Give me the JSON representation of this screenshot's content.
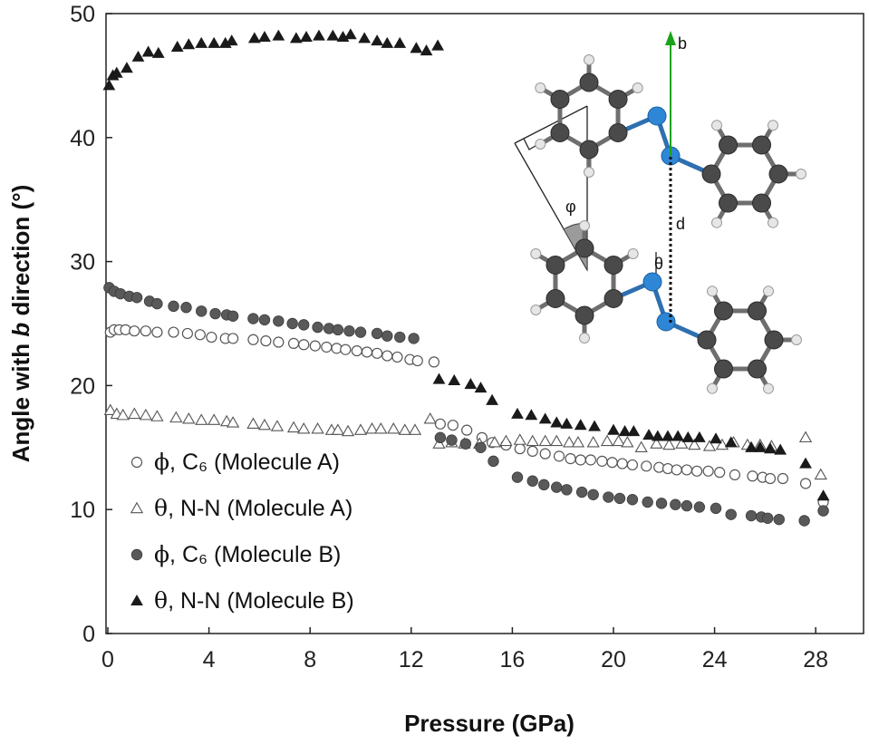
{
  "chart_data": {
    "type": "scatter",
    "xlabel": "Pressure (GPa)",
    "ylabel_parts": [
      "Angle with ",
      "b",
      " direction (°)"
    ],
    "xlim": [
      0,
      30
    ],
    "ylim": [
      0,
      50
    ],
    "x_ticks": [
      "0",
      "4",
      "8",
      "12",
      "16",
      "20",
      "24",
      "28"
    ],
    "x_tick_values": [
      0,
      4,
      8,
      12,
      16,
      20,
      24,
      28
    ],
    "y_ticks": [
      "0",
      "10",
      "20",
      "30",
      "40",
      "50"
    ],
    "y_tick_values": [
      0,
      10,
      20,
      30,
      40,
      50
    ],
    "grid": false,
    "legend_position": "lower-left",
    "series": [
      {
        "id": "phiA",
        "legend_symbol": "ϕ",
        "legend_rest": ", C₆ (Molecule A)",
        "marker": "circle-open",
        "color": "#555555",
        "x": [
          0.1,
          0.25,
          0.45,
          0.7,
          1.05,
          1.5,
          1.95,
          2.6,
          3.15,
          3.65,
          4.1,
          4.65,
          4.95,
          5.75,
          6.25,
          6.75,
          7.35,
          7.75,
          8.2,
          8.65,
          9.05,
          9.4,
          9.85,
          10.25,
          10.65,
          11.05,
          11.45,
          11.95,
          12.25,
          12.9,
          13.15,
          13.65,
          14.2,
          14.8,
          15.2,
          15.75,
          16.3,
          16.8,
          17.3,
          17.85,
          18.3,
          18.7,
          19.1,
          19.55,
          19.95,
          20.35,
          20.75,
          21.3,
          21.8,
          22.15,
          22.5,
          22.9,
          23.3,
          23.75,
          24.2,
          24.8,
          25.5,
          25.9,
          26.2,
          26.7,
          27.6,
          28.3
        ],
        "y": [
          24.3,
          24.5,
          24.5,
          24.5,
          24.4,
          24.4,
          24.3,
          24.3,
          24.2,
          24.1,
          23.9,
          23.8,
          23.8,
          23.7,
          23.6,
          23.5,
          23.4,
          23.3,
          23.2,
          23.1,
          23.0,
          22.9,
          22.8,
          22.7,
          22.6,
          22.4,
          22.3,
          22.1,
          22.0,
          21.9,
          16.9,
          16.8,
          16.4,
          15.8,
          15.4,
          15.2,
          14.9,
          14.7,
          14.5,
          14.3,
          14.1,
          14.0,
          14.0,
          13.9,
          13.8,
          13.7,
          13.6,
          13.5,
          13.4,
          13.3,
          13.2,
          13.2,
          13.1,
          13.1,
          13.0,
          12.8,
          12.7,
          12.6,
          12.5,
          12.5,
          12.1,
          10.6
        ]
      },
      {
        "id": "thetaA",
        "legend_symbol": "θ",
        "legend_rest": ", N-N (Molecule A)",
        "marker": "triangle-open",
        "color": "#555555",
        "x": [
          0.1,
          0.35,
          0.6,
          1.05,
          1.5,
          1.95,
          2.7,
          3.2,
          3.7,
          4.2,
          4.7,
          4.95,
          5.75,
          6.2,
          6.7,
          7.35,
          7.75,
          8.3,
          8.85,
          9.1,
          9.5,
          10.0,
          10.45,
          10.8,
          11.3,
          11.75,
          12.15,
          12.75,
          13.1,
          13.6,
          14.1,
          14.7,
          15.3,
          15.75,
          16.3,
          16.8,
          17.3,
          17.75,
          18.25,
          18.6,
          19.2,
          19.75,
          20.2,
          20.55,
          21.1,
          21.7,
          22.2,
          22.7,
          23.2,
          23.8,
          24.3,
          24.75,
          25.3,
          25.8,
          26.25,
          27.6,
          28.2
        ],
        "y": [
          18.0,
          17.7,
          17.6,
          17.7,
          17.6,
          17.5,
          17.4,
          17.3,
          17.2,
          17.2,
          17.1,
          17.0,
          16.9,
          16.8,
          16.7,
          16.6,
          16.5,
          16.5,
          16.4,
          16.4,
          16.3,
          16.4,
          16.5,
          16.5,
          16.5,
          16.4,
          16.4,
          17.3,
          15.3,
          15.4,
          15.3,
          15.3,
          15.4,
          15.5,
          15.6,
          15.5,
          15.5,
          15.5,
          15.4,
          15.4,
          15.4,
          15.5,
          15.5,
          15.4,
          15.0,
          15.3,
          15.2,
          15.3,
          15.2,
          15.1,
          15.2,
          15.4,
          15.2,
          15.2,
          15.1,
          15.8,
          12.8
        ]
      },
      {
        "id": "phiB",
        "legend_symbol": "ϕ",
        "legend_rest": ", C₆ (Molecule B)",
        "marker": "circle-filled",
        "color": "#4d4d4d",
        "x": [
          0.05,
          0.25,
          0.5,
          0.85,
          1.15,
          1.65,
          1.95,
          2.6,
          3.1,
          3.7,
          4.25,
          4.7,
          4.95,
          5.75,
          6.2,
          6.75,
          7.3,
          7.75,
          8.3,
          8.75,
          9.1,
          9.55,
          10.0,
          10.65,
          11.05,
          11.55,
          12.1,
          13.15,
          13.6,
          14.15,
          14.75,
          15.25,
          16.2,
          16.8,
          17.25,
          17.75,
          18.15,
          18.75,
          19.2,
          19.8,
          20.25,
          20.75,
          21.35,
          21.9,
          22.45,
          22.9,
          23.4,
          24.05,
          24.65,
          25.45,
          25.85,
          26.1,
          26.55,
          27.55,
          28.3
        ],
        "y": [
          27.9,
          27.6,
          27.4,
          27.2,
          27.1,
          26.8,
          26.6,
          26.4,
          26.3,
          26.0,
          25.8,
          25.7,
          25.6,
          25.4,
          25.3,
          25.2,
          25.0,
          24.9,
          24.7,
          24.6,
          24.5,
          24.4,
          24.3,
          24.2,
          24.0,
          23.9,
          23.8,
          15.8,
          15.6,
          15.3,
          15.0,
          13.9,
          12.6,
          12.3,
          12.0,
          11.8,
          11.6,
          11.4,
          11.2,
          11.0,
          10.9,
          10.8,
          10.6,
          10.5,
          10.4,
          10.3,
          10.2,
          10.1,
          9.6,
          9.5,
          9.4,
          9.3,
          9.2,
          9.1,
          9.9
        ]
      },
      {
        "id": "thetaB",
        "legend_symbol": "θ",
        "legend_rest": ", N-N (Molecule B)",
        "marker": "triangle-filled",
        "color": "#1a1a1a",
        "x": [
          0.05,
          0.2,
          0.35,
          0.75,
          1.2,
          1.6,
          2.0,
          2.75,
          3.2,
          3.7,
          4.2,
          4.65,
          4.9,
          5.8,
          6.2,
          6.75,
          7.45,
          7.85,
          8.35,
          8.9,
          9.3,
          9.6,
          10.15,
          10.65,
          11.05,
          11.55,
          12.2,
          12.6,
          13.05,
          13.1,
          13.7,
          14.35,
          14.75,
          15.2,
          16.2,
          16.75,
          17.3,
          17.75,
          18.15,
          18.7,
          19.25,
          20.0,
          20.45,
          20.8,
          21.4,
          21.75,
          22.15,
          22.55,
          22.95,
          23.4,
          24.05,
          24.65,
          25.45,
          25.8,
          26.2,
          26.6,
          27.6,
          28.3
        ],
        "y": [
          44.2,
          45.0,
          45.2,
          45.6,
          46.5,
          46.9,
          46.8,
          47.3,
          47.5,
          47.6,
          47.6,
          47.6,
          47.8,
          48.0,
          48.1,
          48.2,
          48.0,
          48.1,
          48.2,
          48.2,
          48.1,
          48.3,
          48.0,
          47.8,
          47.6,
          47.6,
          47.2,
          47.0,
          47.4,
          20.5,
          20.4,
          20.1,
          19.8,
          18.8,
          17.7,
          17.6,
          17.3,
          17.0,
          16.9,
          16.8,
          16.7,
          16.4,
          16.3,
          16.3,
          16.0,
          15.9,
          15.9,
          15.9,
          15.8,
          15.8,
          15.7,
          15.4,
          15.0,
          15.0,
          14.9,
          14.8,
          13.7,
          11.1
        ]
      }
    ],
    "inset_labels": [
      "b",
      "d",
      "φ",
      "θ"
    ],
    "inset_arrow_color": "#1aa31a",
    "inset_atom_colors": {
      "carbon": "#4a4a4a",
      "hydrogen": "#e6e6e6",
      "nitrogen": "#2e86d6"
    }
  }
}
